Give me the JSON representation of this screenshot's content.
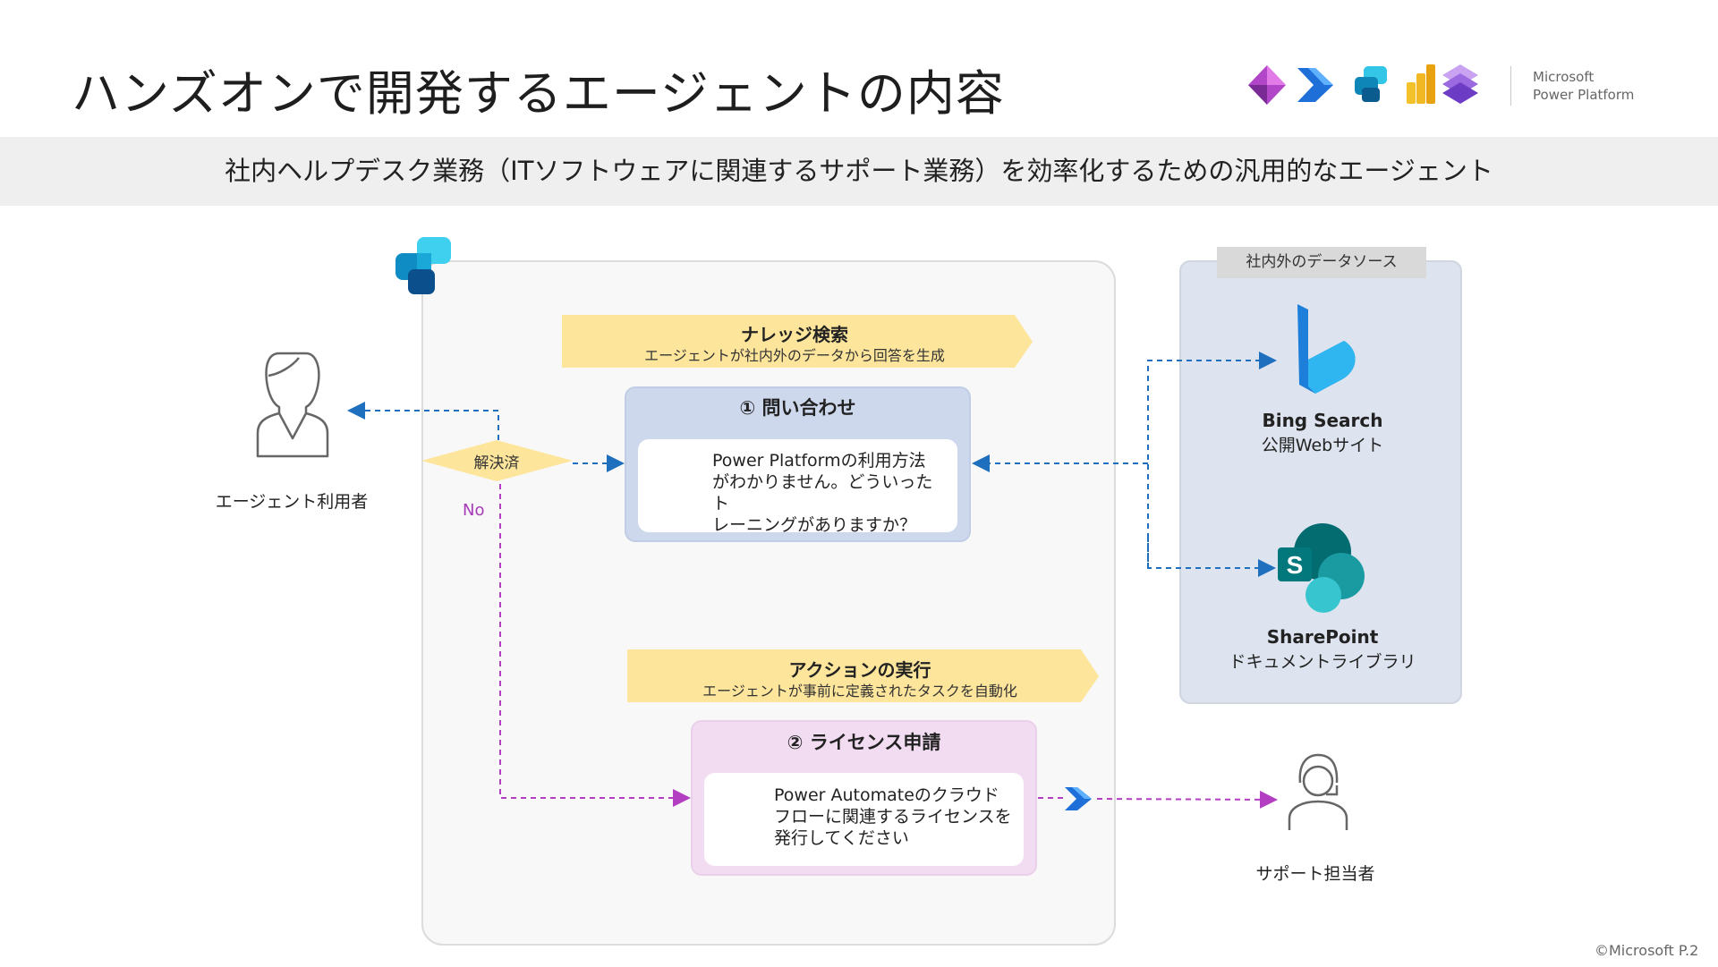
{
  "header": {
    "title": "ハンズオンで開発するエージェントの内容",
    "brand_line1": "Microsoft",
    "brand_line2": "Power Platform"
  },
  "subtitle": "社内ヘルプデスク業務（ITソフトウェアに関連するサポート業務）を効率化するための汎用的なエージェント",
  "datasource": {
    "label": "社内外のデータソース",
    "bing_name": "Bing Search",
    "bing_desc": "公開Webサイト",
    "sharepoint_name": "SharePoint",
    "sharepoint_desc": "ドキュメントライブラリ"
  },
  "knowledge_banner": {
    "title": "ナレッジ検索",
    "sub": "エージェントが社内外のデータから回答を生成"
  },
  "inquiry_card": {
    "title": "① 問い合わせ",
    "lines": [
      "Power Platformの利用方法",
      "がわかりません。どういったト",
      "レーニングがありますか？"
    ]
  },
  "action_banner": {
    "title": "アクションの実行",
    "sub": "エージェントが事前に定義されたタスクを自動化"
  },
  "license_card": {
    "title": "② ライセンス申請",
    "lines": [
      "Power Automateのクラウド",
      "フローに関連するライセンスを",
      "発行してください"
    ]
  },
  "decision": {
    "resolved": "解決済",
    "no": "No"
  },
  "actors": {
    "user": "エージェント利用者",
    "support": "サポート担当者"
  },
  "colors": {
    "flow_blue": "#1f6fbf",
    "flow_purple": "#b43ec2",
    "banner_yellow": "#fde59c",
    "card_blue": "#cdd8ec",
    "card_pink": "#f2dcf1"
  },
  "footer": "©Microsoft  P.2"
}
